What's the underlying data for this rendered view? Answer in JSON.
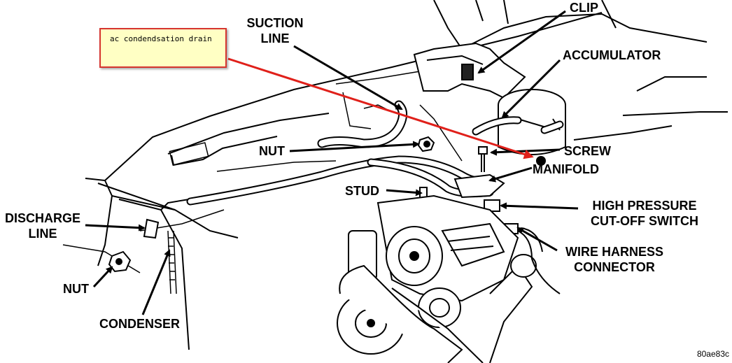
{
  "note": {
    "text": "ac condendsation drain",
    "arrow_color": "#e0201a",
    "border_color": "#d6342e",
    "fill_color": "#ffffc4"
  },
  "labels": {
    "suction_line": [
      "SUCTION",
      "LINE"
    ],
    "clip": "CLIP",
    "accumulator": "ACCUMULATOR",
    "nut_top": "NUT",
    "screw": "SCREW",
    "manifold": "MANIFOLD",
    "stud": "STUD",
    "high_pressure": [
      "HIGH PRESSURE",
      "CUT-OFF SWITCH"
    ],
    "wire_harness": [
      "WIRE HARNESS",
      "CONNECTOR"
    ],
    "discharge_line": [
      "DISCHARGE",
      "LINE"
    ],
    "nut_bottom": "NUT",
    "condenser": "CONDENSER"
  },
  "figure_code": "80ae83c"
}
